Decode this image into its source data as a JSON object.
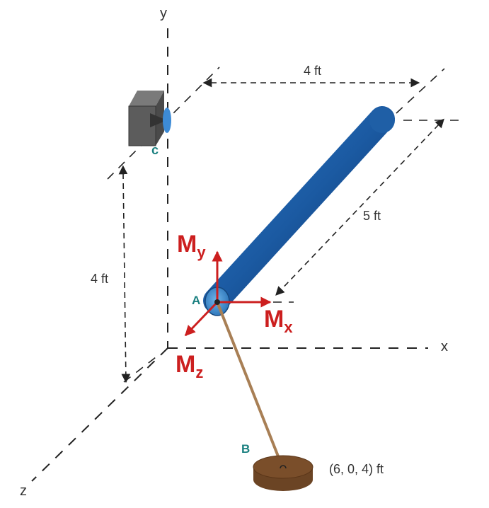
{
  "axes": {
    "y": "y",
    "x": "x",
    "z": "z"
  },
  "points": {
    "c": "c",
    "a": "A",
    "b": "B"
  },
  "dimensions": {
    "top_length": "4 ft",
    "diagonal_length": "5 ft",
    "vertical_height": "4 ft"
  },
  "moments": {
    "my": {
      "base": "M",
      "sub": "y"
    },
    "mx": {
      "base": "M",
      "sub": "x"
    },
    "mz": {
      "base": "M",
      "sub": "z"
    }
  },
  "b_coordinates": "(6, 0, 4) ft",
  "colors": {
    "pipe": "#1f5fa6",
    "moment": "#cc1f1f",
    "label_teal": "#1a8080",
    "cable": "#a87f55",
    "weight": "#7a4e2a"
  }
}
